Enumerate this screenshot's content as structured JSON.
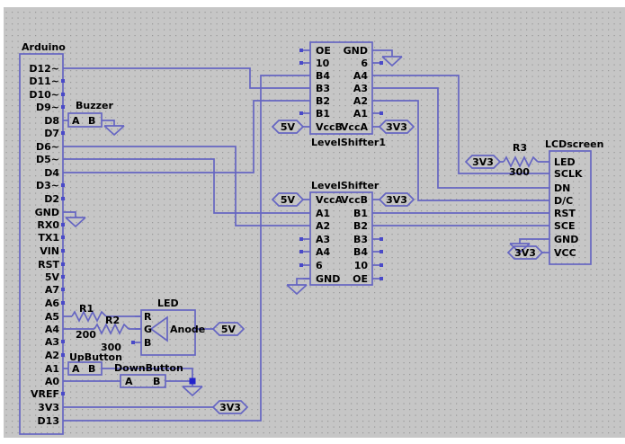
{
  "colors": {
    "canvas_bg": "#c6c6c6",
    "grid_dot": "#989898",
    "wire": "#6565c2",
    "text": "#000000",
    "junction": "#2222cc"
  },
  "arduino": {
    "title": "Arduino",
    "pins": [
      "D12~",
      "D11~",
      "D10~",
      "D9~",
      "D8",
      "D7",
      "D6~",
      "D5~",
      "D4",
      "D3~",
      "D2",
      "GND",
      "RX0",
      "TX1",
      "VIN",
      "RST",
      "5V",
      "A7",
      "A6",
      "A5",
      "A4",
      "A3",
      "A2",
      "A1",
      "A0",
      "VREF",
      "3V3",
      "D13"
    ]
  },
  "buzzer": {
    "title": "Buzzer",
    "pin_a": "A",
    "pin_b": "B"
  },
  "shifter1": {
    "title": "LevelShifter1",
    "left": [
      "OE",
      "10",
      "B4",
      "B3",
      "B2",
      "B1",
      "VccB"
    ],
    "right": [
      "GND",
      "6",
      "A4",
      "A3",
      "A2",
      "A1",
      "VccA"
    ]
  },
  "shifter2": {
    "title": "LevelShifter",
    "left": [
      "VccA",
      "A1",
      "A2",
      "A3",
      "A4",
      "6",
      "GND"
    ],
    "right": [
      "VccB",
      "B1",
      "B2",
      "B3",
      "B4",
      "10",
      "OE"
    ]
  },
  "lcd": {
    "title": "LCDscreen",
    "pins": [
      "LED",
      "SCLK",
      "DN",
      "D/C",
      "RST",
      "SCE",
      "GND",
      "VCC"
    ]
  },
  "r1": {
    "name": "R1",
    "value": "200"
  },
  "r2": {
    "name": "R2",
    "value": "300"
  },
  "r3": {
    "name": "R3",
    "value": "300"
  },
  "led": {
    "title": "LED",
    "pin_r": "R",
    "pin_g": "G",
    "pin_b": "B",
    "anode": "Anode"
  },
  "up_button": {
    "title": "UpButton",
    "pin_a": "A",
    "pin_b": "B"
  },
  "down_button": {
    "title": "DownButton",
    "pin_a": "A",
    "pin_b": "B"
  },
  "flags": {
    "v5": "5V",
    "v33": "3V3"
  }
}
